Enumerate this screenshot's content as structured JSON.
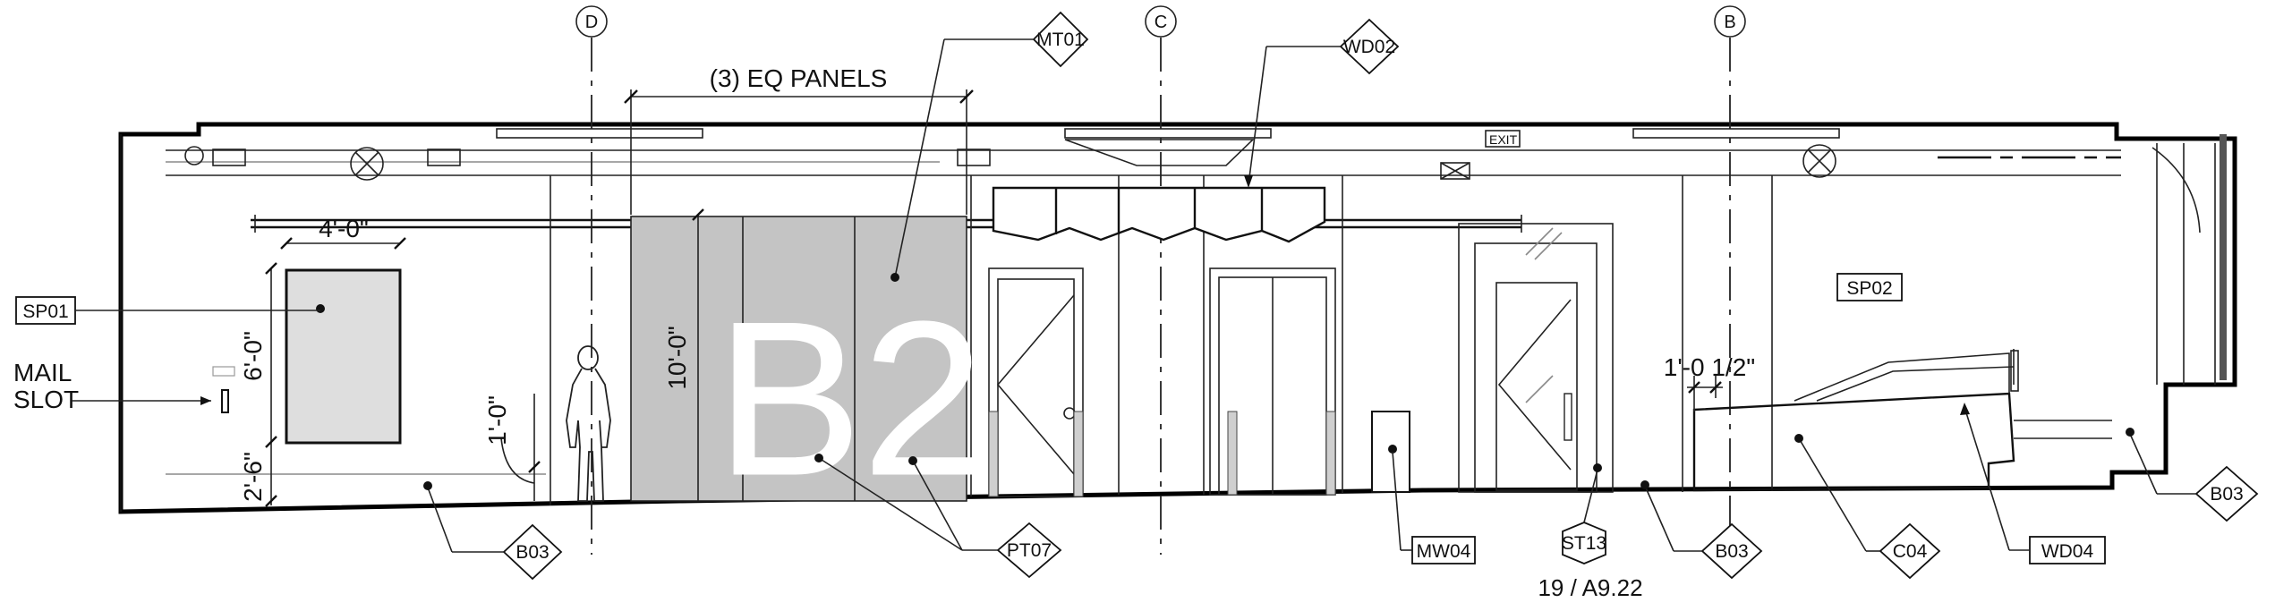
{
  "gridlines": [
    {
      "label": "D"
    },
    {
      "label": "C"
    },
    {
      "label": "B"
    }
  ],
  "keynote_tags": {
    "mt01": "MT01",
    "wd02": "WD02",
    "sp01": "SP01",
    "sp02": "SP02",
    "b03_a": "B03",
    "b03_b": "B03",
    "b03_c": "B03",
    "pt07": "PT07",
    "mw04": "MW04",
    "st13": "ST13",
    "c04": "C04",
    "wd04": "WD04"
  },
  "dimensions": {
    "eq_panels": "(3) EQ PANELS",
    "width_4_0": "4'-0\"",
    "height_6_0": "6'-0\"",
    "height_2_6": "2'-6\"",
    "height_1_0": "1'-0\"",
    "height_10_0": "10'-0\"",
    "offset_1_0_half": "1'-0 1/2\""
  },
  "notes": {
    "mail_slot_line1": "MAIL",
    "mail_slot_line2": "SLOT",
    "detail_ref": "19 / A9.22",
    "exit_sign": "EXIT",
    "level_graphic": "B2"
  },
  "colors": {
    "graphic_panel": "#c4c4c4",
    "sign_panel": "#dedede",
    "line": "#111111"
  }
}
